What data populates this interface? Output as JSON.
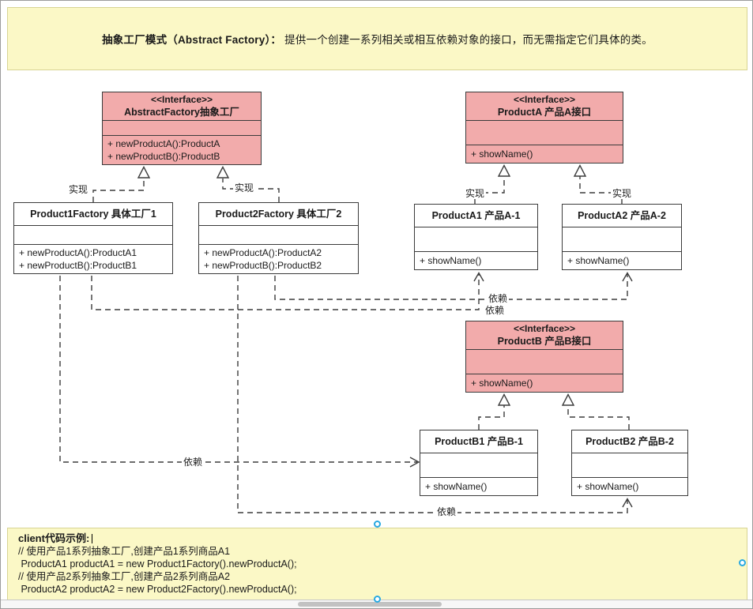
{
  "banner": {
    "title_bold": "抽象工厂模式（Abstract Factory）：",
    "title_rest": "提供一个创建一系列相关或相互依赖对象的接口，而无需指定它们具体的类。"
  },
  "classes": {
    "abstract_factory": {
      "stereotype": "<<Interface>>",
      "name": "AbstractFactory抽象工厂",
      "methods": [
        "+ newProductA():ProductA",
        "+ newProductB():ProductB"
      ]
    },
    "product_a_interface": {
      "stereotype": "<<Interface>>",
      "name": "ProductA 产品A接口",
      "methods": [
        "+ showName()"
      ]
    },
    "factory1": {
      "name": "Product1Factory 具体工厂1",
      "methods": [
        "+ newProductA():ProductA1",
        "+ newProductB():ProductB1"
      ]
    },
    "factory2": {
      "name": "Product2Factory 具体工厂2",
      "methods": [
        "+ newProductA():ProductA2",
        "+ newProductB():ProductB2"
      ]
    },
    "product_a1": {
      "name": "ProductA1 产品A-1",
      "methods": [
        "+ showName()"
      ]
    },
    "product_a2": {
      "name": "ProductA2 产品A-2",
      "methods": [
        "+ showName()"
      ]
    },
    "product_b_interface": {
      "stereotype": "<<Interface>>",
      "name": "ProductB 产品B接口",
      "methods": [
        "+ showName()"
      ]
    },
    "product_b1": {
      "name": "ProductB1 产品B-1",
      "methods": [
        "+ showName()"
      ]
    },
    "product_b2": {
      "name": "ProductB2 产品B-2",
      "methods": [
        "+ showName()"
      ]
    }
  },
  "edge_labels": {
    "realization": "实现",
    "dependency": "依赖"
  },
  "code_note": {
    "title": "client代码示例:",
    "lines": [
      "// 使用产品1系列抽象工厂,创建产品1系列商品A1",
      " ProductA1 productA1 = new Product1Factory().newProductA();",
      "// 使用产品2系列抽象工厂,创建产品2系列商品A2",
      " ProductA2 productA2 = new Product2Factory().newProductA();"
    ]
  },
  "colors": {
    "interface_fill": "#f2abab",
    "class_fill": "#ffffff",
    "note_fill": "#fbf8c6",
    "note_border": "#d8d494",
    "border": "#3b3b3b",
    "handle": "#29a9e1"
  }
}
